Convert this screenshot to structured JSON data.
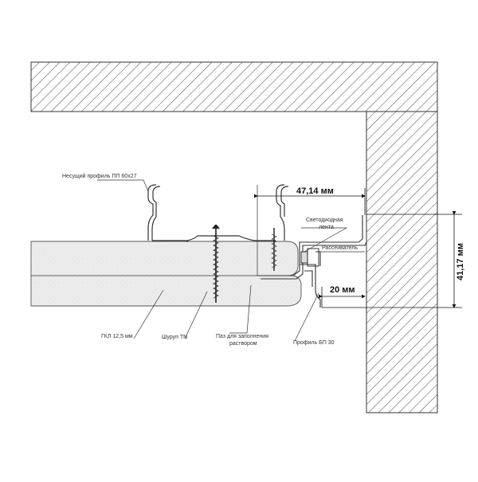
{
  "labels": {
    "bearing_profile": "Несущий профиль ПП 60х27",
    "led_strip_line1": "Светодиодная",
    "led_strip_line2": "лента",
    "diffuser": "Рассеиватель",
    "drywall": "ГКЛ 12,5 мм",
    "screw": "Шуруп TN",
    "groove_line1": "Паз для заполнения",
    "groove_line2": "раствором",
    "profile_bp": "Профиль БП 30"
  },
  "dimensions": {
    "horizontal_gap": "47,14 мм",
    "vertical_gap": "41,17 мм",
    "wall_offset": "20 мм"
  }
}
